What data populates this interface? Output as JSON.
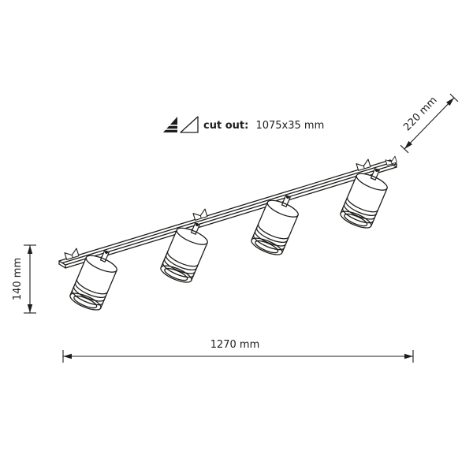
{
  "colors": {
    "line": "#1d1d1b",
    "background": "#ffffff"
  },
  "annotations": {
    "cutout": {
      "label": "cut out:",
      "value": "1075x35 mm"
    },
    "dimensions": {
      "width": "1270 mm",
      "height": "140 mm",
      "depth": "220 mm"
    }
  },
  "fixture": {
    "description": "surface/recessed linear track with 4 cylindrical spotlights",
    "spotlight_count": 4
  }
}
